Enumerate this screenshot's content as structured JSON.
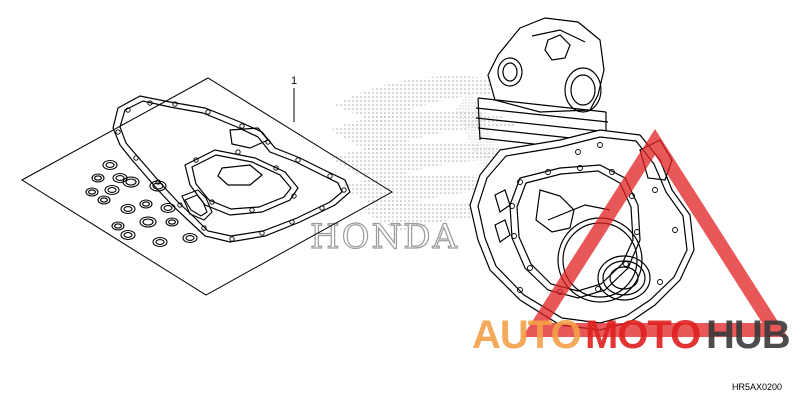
{
  "diagram": {
    "callout_number": "1",
    "diagram_code": "HR5AX0200"
  },
  "background_logo": {
    "brand_text": "HONDA"
  },
  "watermark": {
    "word_1": "AUTO",
    "word_2": "MOTO",
    "word_3": "HUB",
    "color_orange": "#f5a04a",
    "color_red": "#e02020",
    "color_dark": "#3a3a3a"
  }
}
